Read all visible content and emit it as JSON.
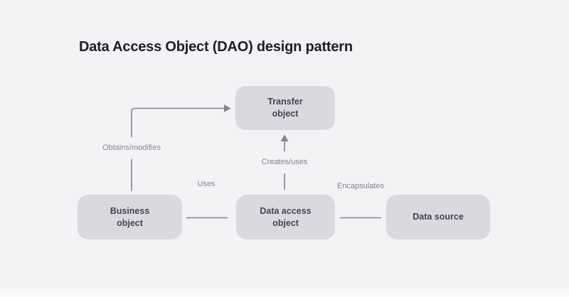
{
  "title": "Data Access Object (DAO) design pattern",
  "colors": {
    "background": "#f2f3f5",
    "node_fill": "#d9dae0",
    "node_text": "#45454f",
    "title_text": "#1e1e26",
    "connector": "#84848e"
  },
  "diagram": {
    "nodes": [
      {
        "id": "transfer-object",
        "label": "Transfer\nobject"
      },
      {
        "id": "business-object",
        "label": "Business\nobject"
      },
      {
        "id": "data-access-object",
        "label": "Data access\nobject"
      },
      {
        "id": "data-source",
        "label": "Data source"
      }
    ],
    "edges": [
      {
        "from": "business-object",
        "to": "transfer-object",
        "label": "Obtains/modifies",
        "arrowhead": true,
        "shape": "elbow-up-right"
      },
      {
        "from": "data-access-object",
        "to": "transfer-object",
        "label": "Creates/uses",
        "arrowhead": true,
        "shape": "vertical-up"
      },
      {
        "from": "business-object",
        "to": "data-access-object",
        "label": "Uses",
        "arrowhead": false,
        "shape": "horizontal"
      },
      {
        "from": "data-access-object",
        "to": "data-source",
        "label": "Encapsulates",
        "arrowhead": false,
        "shape": "horizontal"
      }
    ]
  }
}
